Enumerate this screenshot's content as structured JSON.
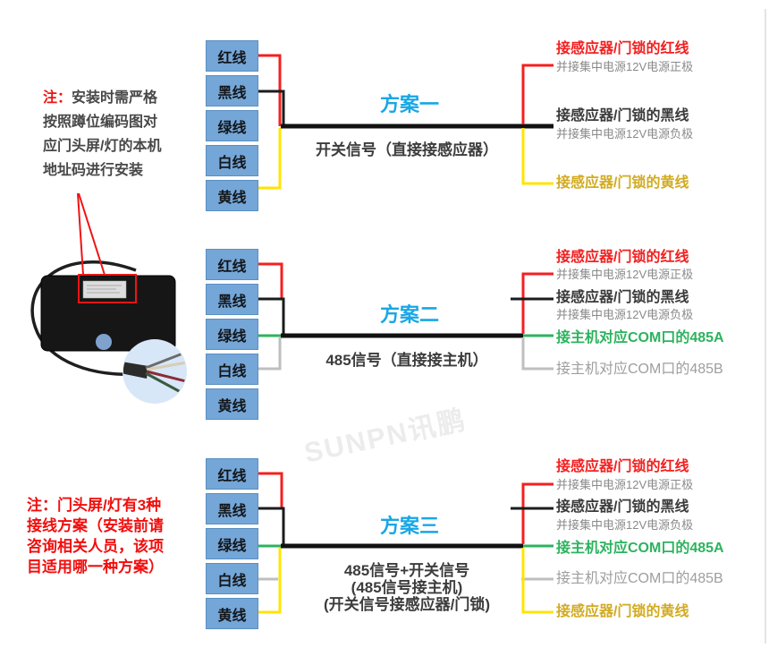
{
  "notes": {
    "top": {
      "prefix": "注：",
      "body": "安装时需严格按照蹲位编码图对应门头屏/灯的本机地址码进行安装"
    },
    "bottom": {
      "prefix": "注：",
      "body": "门头屏/灯有3种接线方案（安装前请咨询相关人员，该项目适用哪一种方案）"
    }
  },
  "watermark": "SUNPN讯鹏",
  "wire_labels": [
    "红线",
    "黑线",
    "绿线",
    "白线",
    "黄线"
  ],
  "schemes": [
    {
      "title": "方案一",
      "subtitle": "开关信号（直接接感应器）",
      "right_labels": [
        {
          "text": "接感应器/门锁的红线",
          "sub": "并接集中电源12V电源正极",
          "color": "red"
        },
        {
          "text": "接感应器/门锁的黑线",
          "sub": "并接集中电源12V电源负极",
          "color": "black"
        },
        {
          "text": "接感应器/门锁的黄线",
          "color": "yellow"
        }
      ]
    },
    {
      "title": "方案二",
      "subtitle": "485信号（直接接主机）",
      "right_labels": [
        {
          "text": "接感应器/门锁的红线",
          "sub": "并接集中电源12V电源正极",
          "color": "red"
        },
        {
          "text": "接感应器/门锁的黑线",
          "sub": "并接集中电源12V电源负极",
          "color": "black"
        },
        {
          "text": "接主机对应COM口的485A",
          "color": "green"
        },
        {
          "text": "接主机对应COM口的485B",
          "color": "gray"
        }
      ]
    },
    {
      "title": "方案三",
      "subtitle_lines": [
        "485信号+开关信号",
        "(485信号接主机)",
        "(开关信号接感应器/门锁)"
      ],
      "right_labels": [
        {
          "text": "接感应器/门锁的红线",
          "sub": "并接集中电源12V电源正极",
          "color": "red"
        },
        {
          "text": "接感应器/门锁的黑线",
          "sub": "并接集中电源12V电源负极",
          "color": "black"
        },
        {
          "text": "接主机对应COM口的485A",
          "color": "green"
        },
        {
          "text": "接主机对应COM口的485B",
          "color": "gray"
        },
        {
          "text": "接感应器/门锁的黄线",
          "color": "yellow"
        }
      ]
    }
  ],
  "colors": {
    "title_cyan": "#18a7e6",
    "box_blue": "#74a6d7",
    "wire_red": "#f51f1f",
    "wire_black": "#1c1c1c",
    "wire_yellow": "#ffe400",
    "wire_green": "#2cb35e",
    "wire_gray": "#bfbfbf",
    "label_yellow_text": "#d2ab20",
    "note_red": "#f20d0d"
  }
}
